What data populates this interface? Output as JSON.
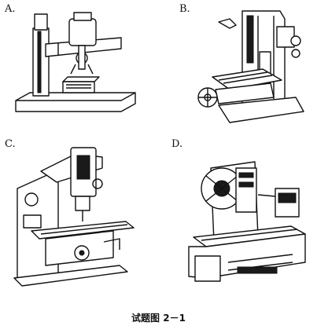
{
  "figures": [
    {
      "label": "A.",
      "machine_icon": "radial-drilling-machine-icon"
    },
    {
      "label": "B.",
      "machine_icon": "slotting-machine-icon"
    },
    {
      "label": "C.",
      "machine_icon": "vertical-milling-machine-icon"
    },
    {
      "label": "D.",
      "machine_icon": "cnc-machining-center-icon"
    }
  ],
  "caption": "试题图 2－1"
}
